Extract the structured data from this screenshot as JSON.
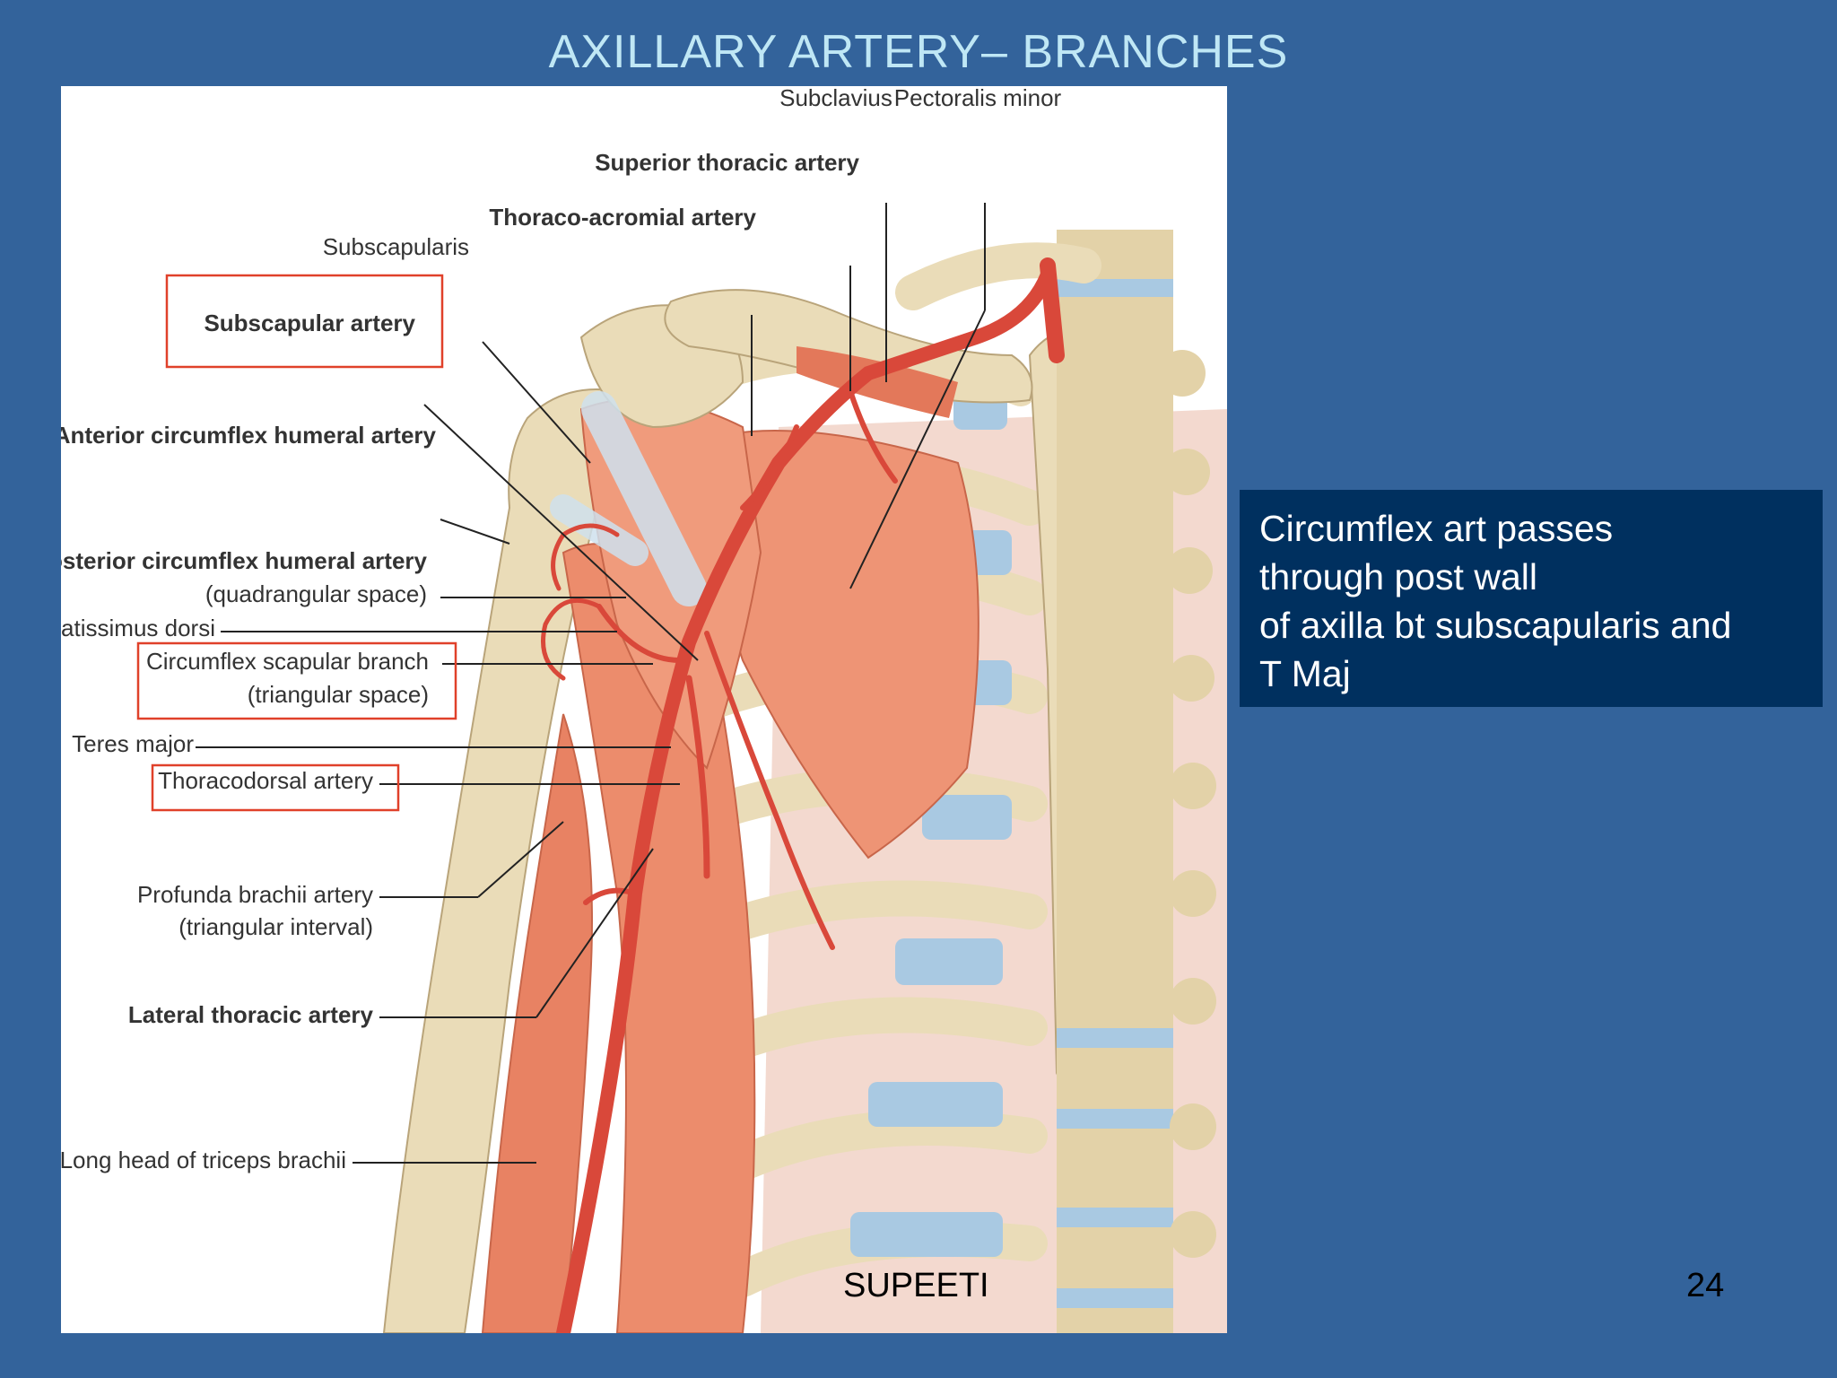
{
  "slide": {
    "title": "AXILLARY ARTERY– BRANCHES",
    "footer": "SUPEETI",
    "page_number": "24"
  },
  "note": {
    "lines": [
      "Circumflex art  passes",
      "through post wall",
      "of axilla bt subscapularis and",
      "T Maj"
    ]
  },
  "figure": {
    "labels": {
      "subclavius": "Subclavius",
      "pectoralis_minor": "Pectoralis minor",
      "superior_thoracic": "Superior thoracic artery",
      "thoraco_acromial": "Thoraco-acromial artery",
      "subscapularis": "Subscapularis",
      "subscapular_artery": "Subscapular artery",
      "anterior_circumflex": "Anterior circumflex humeral artery",
      "posterior_circumflex": "Posterior circumflex humeral artery",
      "quadrangular_space": "(quadrangular space)",
      "latissimus_dorsi": "Latissimus dorsi",
      "circumflex_scapular": "Circumflex scapular branch",
      "triangular_space": "(triangular space)",
      "teres_major": "Teres major",
      "thoracodorsal": "Thoracodorsal artery",
      "profunda_brachii": "Profunda brachii artery",
      "triangular_interval": "(triangular interval)",
      "lateral_thoracic": "Lateral thoracic artery",
      "long_head_triceps": "Long head of triceps brachii"
    }
  },
  "colors": {
    "background": "#33639b",
    "title": "#bfe7f5",
    "note_box": "#00305f",
    "highlight_box": "#e0412a",
    "artery": "#d9483a",
    "muscle": "#ec8c6c",
    "bone": "#eadcb8",
    "cartilage": "#a9c9e2"
  }
}
